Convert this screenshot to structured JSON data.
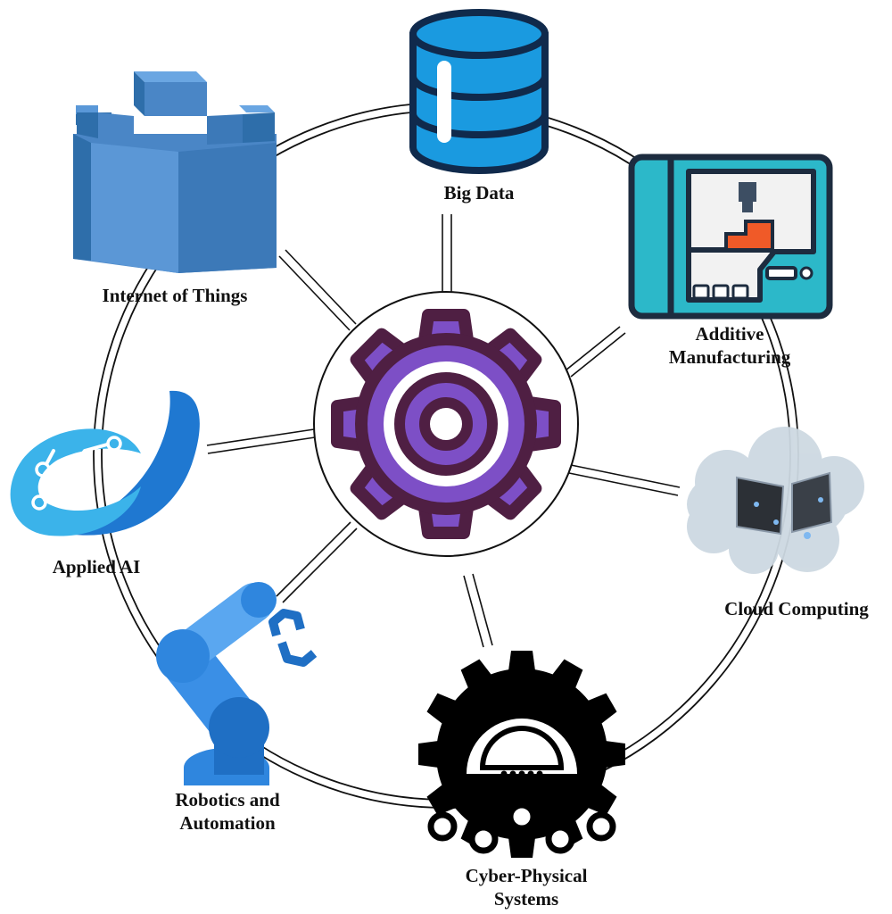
{
  "hub": {
    "icon": "gear-target-icon",
    "colors": {
      "outline": "#4f1f43",
      "fill": "#7d4fc6",
      "ring": "#ffffff"
    }
  },
  "nodes": [
    {
      "id": "big-data",
      "label": "Big Data",
      "icon": "database-icon",
      "color": "#1a9ae0"
    },
    {
      "id": "additive",
      "label_lines": [
        "Additive",
        "Manufacturing"
      ],
      "icon": "3d-printer-icon",
      "color": "#2cb8c9"
    },
    {
      "id": "cloud",
      "label": "Cloud Computing",
      "icon": "cloud-icon",
      "color": "#cdd9e2"
    },
    {
      "id": "cps",
      "label_lines": [
        "Cyber-Physical",
        "Systems"
      ],
      "icon": "circuit-gear-icon",
      "color": "#000000"
    },
    {
      "id": "robotics",
      "label_lines": [
        "Robotics and",
        "Automation"
      ],
      "icon": "robot-arm-icon",
      "color": "#2f86de"
    },
    {
      "id": "ai",
      "label": "Applied AI",
      "icon": "ai-ribbon-icon",
      "color": "#1f78d1"
    },
    {
      "id": "iot",
      "label": "Internet of Things",
      "icon": "iot-castle-icon",
      "color": "#4a86c6"
    }
  ]
}
